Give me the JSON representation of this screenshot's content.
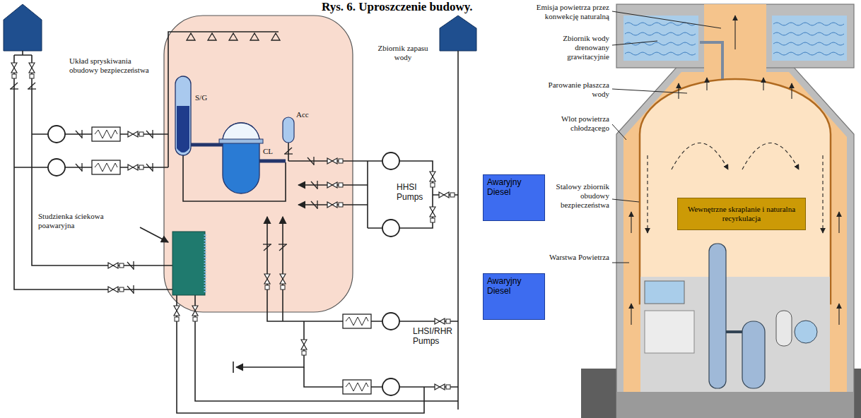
{
  "diagram": {
    "title": "Rys. 6. Uproszczenie budowy.",
    "nodes": [
      {
        "text": [
          "Awaryjny Diesel"
        ]
      },
      {
        "text": [
          "Awaryjny Diesel"
        ]
      },
      {
        "text": [
          "Wewnętrzne skraplanie i naturalna recyrkulacja"
        ]
      }
    ],
    "labels": [
      "Układ spryskiwania obudowy bezpieczeństwa",
      "S/G",
      "Acc",
      "CL",
      "Zbiornik zapasu wody",
      "HHSI Pumps",
      "LHSI/RHR Pumps",
      "Studzienka ściekowa poawaryjna",
      "Emisja powietrza przez konwekcję naturalną",
      "Zbiornik wody drenowany grawitacyjnie",
      "Parowanie płaszcza wody",
      "Wlot powietrza chłodzącego",
      "Stalowy zbiornik obudowy bezpieczeństwa",
      "Warstwa Powietrza"
    ]
  }
}
